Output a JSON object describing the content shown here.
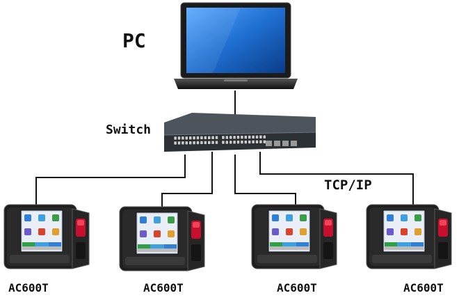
{
  "labels": {
    "pc": "PC",
    "switch": "Switch",
    "protocol": "TCP/IP"
  },
  "devices": [
    {
      "label": "AC600T"
    },
    {
      "label": "AC600T"
    },
    {
      "label": "AC600T"
    },
    {
      "label": "AC600T"
    }
  ],
  "colors": {
    "wire": "#111111",
    "laptop_screen": "#1f6fd1",
    "switch_body": "#3a3f45",
    "device_body": "#2a2a2a",
    "fingerprint_window": "#c8102e"
  }
}
